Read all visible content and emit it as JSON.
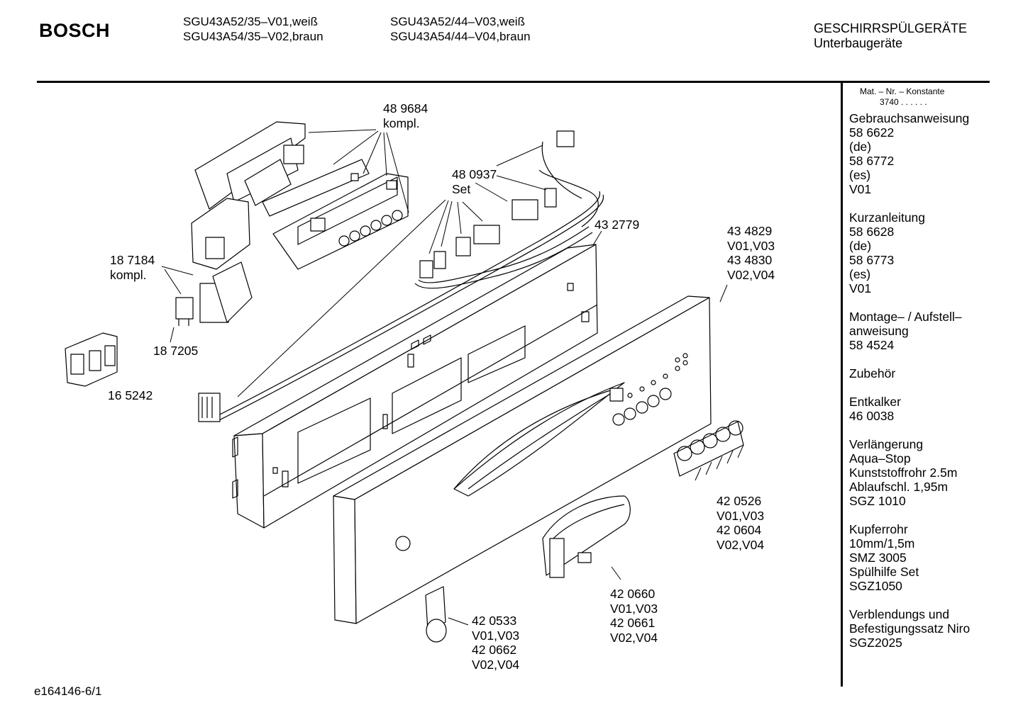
{
  "header": {
    "brand": "BOSCH",
    "models_col1": [
      "SGU43A52/35–V01,weiß",
      "SGU43A54/35–V02,braun"
    ],
    "models_col2": [
      "SGU43A52/44–V03,weiß",
      "SGU43A54/44–V04,braun"
    ],
    "category": [
      "GESCHIRRSPÜLGERÄTE",
      "Unterbaugeräte"
    ]
  },
  "sidebar": {
    "matnr_label": "Mat. – Nr. – Konstante",
    "matnr_value": "3740  .  .  .  .  .  .",
    "groups": [
      [
        "Gebrauchsanweisung",
        "58 6622",
        "(de)",
        "58 6772",
        "(es)",
        "V01"
      ],
      [
        "Kurzanleitung",
        "58 6628",
        "(de)",
        "58 6773",
        "(es)",
        "V01"
      ],
      [
        "Montage– / Aufstell–",
        "anweisung",
        "58 4524"
      ],
      [
        "Zubehör"
      ],
      [
        "Entkalker",
        "46 0038"
      ],
      [
        "Verlängerung",
        "Aqua–Stop",
        "Kunststoffrohr 2.5m",
        "Ablaufschl. 1,95m",
        "SGZ 1010"
      ],
      [
        "Kupferrohr",
        "10mm/1,5m",
        "SMZ 3005",
        "Spülhilfe Set",
        "SGZ1050"
      ],
      [
        "Verblendungs und",
        "Befestigungssatz Niro",
        "SGZ2025"
      ]
    ]
  },
  "parts": {
    "p489684": [
      "48 9684",
      "kompl."
    ],
    "p480937": [
      "48 0937",
      "Set"
    ],
    "p432779": [
      "43 2779"
    ],
    "p434829": [
      "43 4829",
      "V01,V03",
      "43 4830",
      "V02,V04"
    ],
    "p187184": [
      "18 7184",
      "kompl."
    ],
    "p187205": [
      "18 7205"
    ],
    "p165242": [
      "16 5242"
    ],
    "p420526": [
      "42 0526",
      "V01,V03",
      "42 0604",
      "V02,V04"
    ],
    "p420660": [
      "42 0660",
      "V01,V03",
      "42 0661",
      "V02,V04"
    ],
    "p420533": [
      "42 0533",
      "V01,V03",
      "42 0662",
      "V02,V04"
    ]
  },
  "footer": {
    "doc_id": "e164146-6/1"
  }
}
